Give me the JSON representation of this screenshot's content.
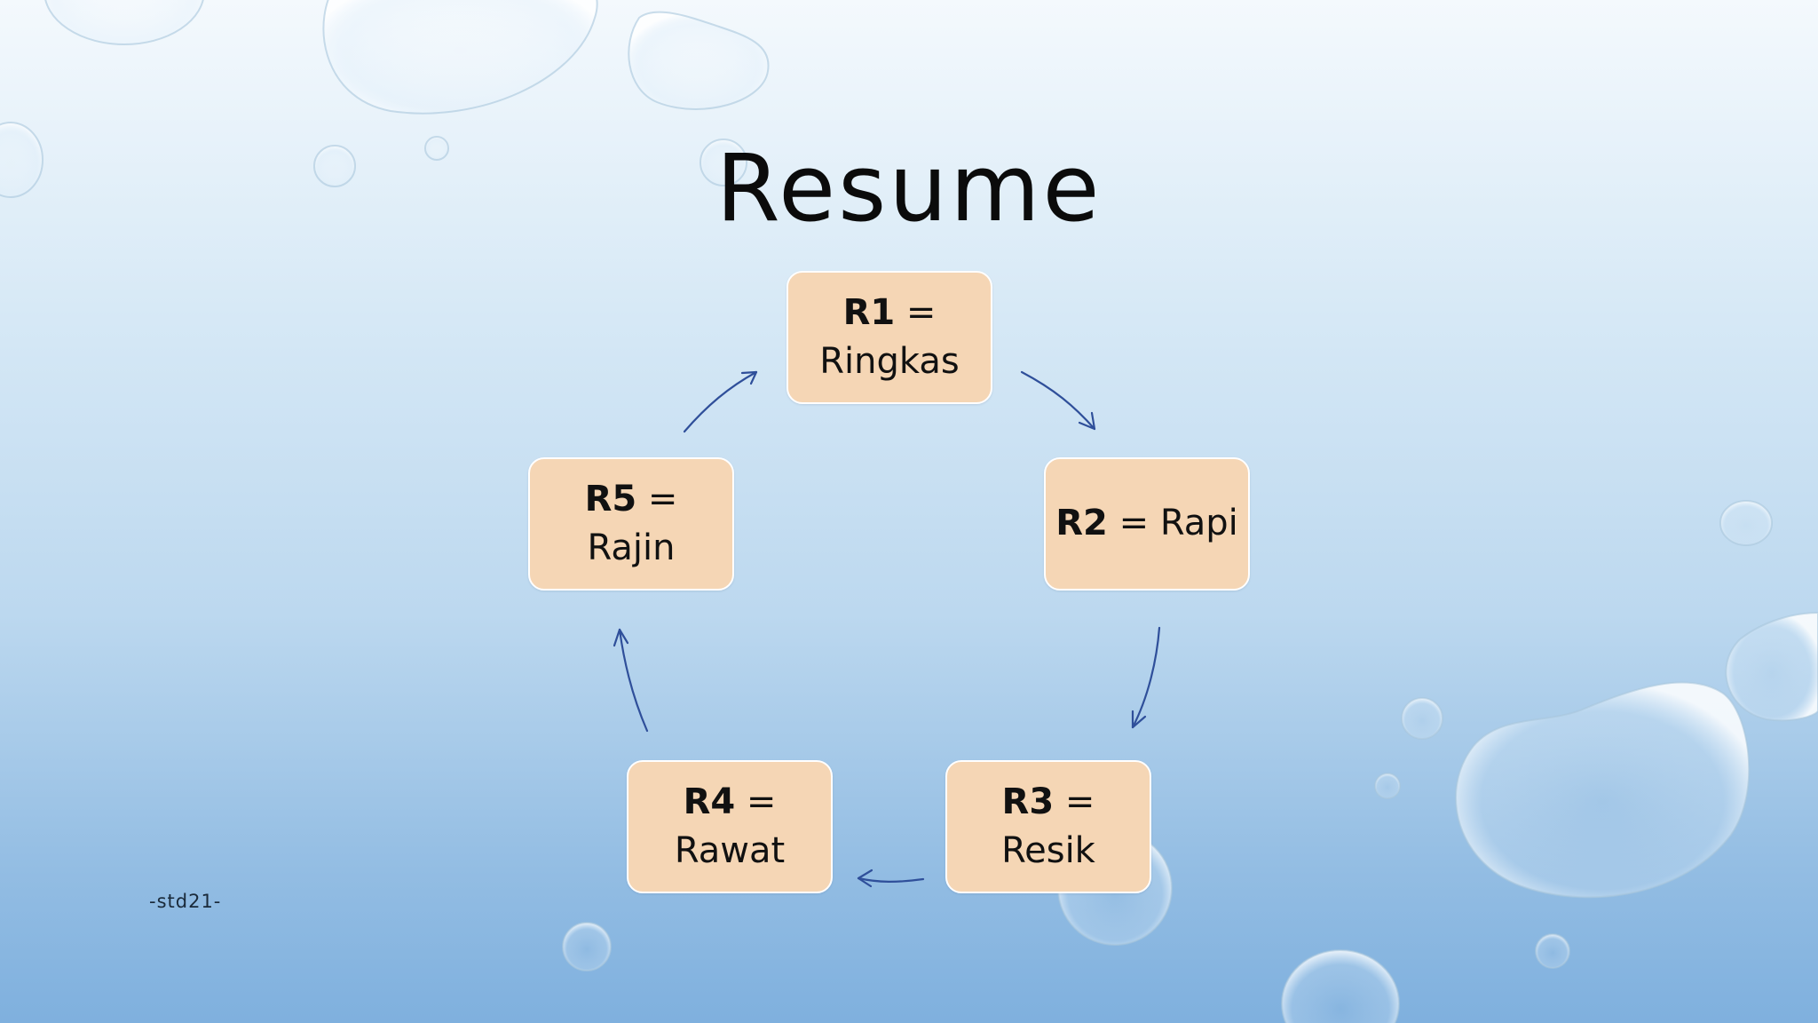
{
  "slide": {
    "title": "Resume",
    "footer": "-std21-"
  },
  "diagram": {
    "nodes": [
      {
        "code": "R1",
        "eq": "=",
        "word": "Ringkas"
      },
      {
        "code": "R2",
        "eq": "=",
        "word": "Rapi"
      },
      {
        "code": "R3",
        "eq": "=",
        "word": "Resik"
      },
      {
        "code": "R4",
        "eq": "=",
        "word": "Rawat"
      },
      {
        "code": "R5",
        "eq": "=",
        "word": "Rajin"
      }
    ]
  },
  "colors": {
    "node_fill": "#f5d6b5",
    "node_border": "#ffffff",
    "arrow": "#2f4f9a",
    "background_top": "#f4f9fd",
    "background_bottom": "#7fb0de"
  }
}
